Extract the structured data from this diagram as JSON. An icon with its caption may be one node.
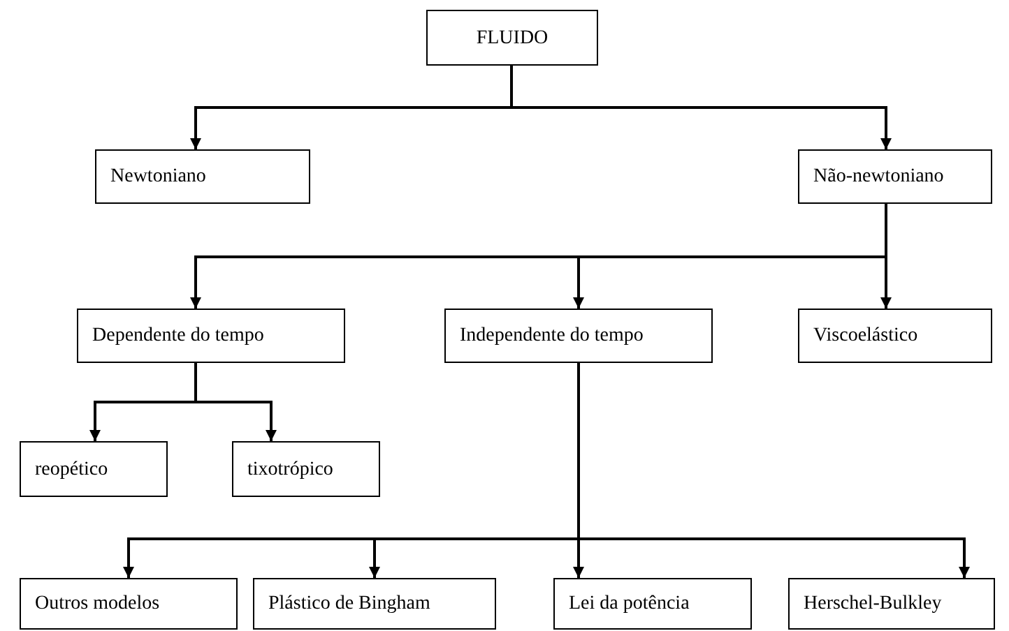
{
  "diagram": {
    "nodes": [
      {
        "text": [
          "FLUIDO"
        ]
      },
      {
        "text": [
          "Newtoniano"
        ]
      },
      {
        "text": [
          "Não-newtoniano"
        ]
      },
      {
        "text": [
          "Dependente do tempo"
        ]
      },
      {
        "text": [
          "Independente do tempo"
        ]
      },
      {
        "text": [
          "Viscoelástico"
        ]
      },
      {
        "text": [
          "reopético"
        ]
      },
      {
        "text": [
          "tixotrópico"
        ]
      },
      {
        "text": [
          "Outros modelos"
        ]
      },
      {
        "text": [
          "Plástico de Bingham"
        ]
      },
      {
        "text": [
          "Lei da potência"
        ]
      },
      {
        "text": [
          "Herschel-Bulkley"
        ]
      }
    ],
    "edges": [
      {
        "from": 0,
        "to": 1,
        "arrow": "to"
      },
      {
        "from": 0,
        "to": 2,
        "arrow": "to"
      },
      {
        "from": 2,
        "to": 3,
        "arrow": "to"
      },
      {
        "from": 2,
        "to": 4,
        "arrow": "to"
      },
      {
        "from": 2,
        "to": 5,
        "arrow": "to"
      },
      {
        "from": 3,
        "to": 6,
        "arrow": "to"
      },
      {
        "from": 3,
        "to": 7,
        "arrow": "to"
      },
      {
        "from": 4,
        "to": 8,
        "arrow": "to"
      },
      {
        "from": 4,
        "to": 9,
        "arrow": "to"
      },
      {
        "from": 4,
        "to": 10,
        "arrow": "to"
      },
      {
        "from": 4,
        "to": 11,
        "arrow": "to"
      }
    ]
  }
}
